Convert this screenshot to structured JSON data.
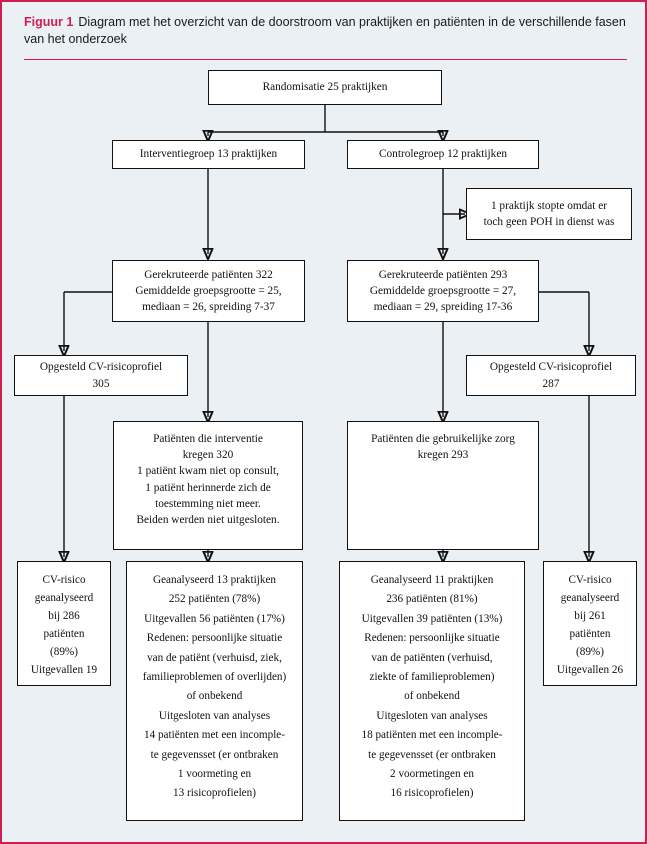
{
  "figure": {
    "label": "Figuur 1",
    "caption": "Diagram met het overzicht van de doorstroom van praktijken en patiënten in de verschillende fasen van het onderzoek",
    "accent_color": "#cf1f52",
    "background_color": "#eaf0f3",
    "node_fill": "#ffffff",
    "node_border": "#111111"
  },
  "diagram": {
    "type": "flowchart",
    "orientation": "top-down",
    "nodes": {
      "randomisation": "Randomisatie 25 praktijken",
      "intervention_group": "Interventiegroep 13 praktijken",
      "control_group": "Controlegroep 12 praktijken",
      "dropout_practice": "1 praktijk stopte omdat er\ntoch geen POH in dienst was",
      "recruited_left": "Gerekruteerde patiënten 322\nGemiddelde groepsgrootte = 25,\nmediaan = 26, spreiding 7-37",
      "recruited_right": "Gerekruteerde patiënten 293\nGemiddelde groepsgrootte = 27,\nmediaan = 29, spreiding 17-36",
      "profile_left": "Opgesteld CV-risicoprofiel\n305",
      "profile_right": "Opgesteld CV-risicoprofiel\n287",
      "intervention_received": "Patiënten die interventie\nkregen 320\n1 patiënt kwam niet op consult,\n1 patiënt herinnerde zich de\ntoestemming niet meer.\nBeiden werden niet uitgesloten.",
      "usual_care_received": "Patiënten die gebruikelijke zorg\nkregen 293",
      "cv_risk_left": "CV-risico\ngeanalyseerd\nbij 286\npatiënten\n(89%)\nUitgevallen 19",
      "analysed_left": "Geanalyseerd 13 praktijken\n252 patiënten (78%)\nUitgevallen 56 patiënten (17%)\nRedenen: persoonlijke situatie\nvan de patiënt (verhuisd, ziek,\nfamilieproblemen of overlijden)\nof onbekend\nUitgesloten van analyses\n14 patiënten met een incomple-\nte gegevensset (er ontbraken\n1 voormeting en\n13 risicoprofielen)",
      "analysed_right": "Geanalyseerd 11 praktijken\n236 patiënten (81%)\nUitgevallen 39 patiënten (13%)\nRedenen: persoonlijke situatie\nvan de patiënten (verhuisd,\nziekte of familieproblemen)\nof onbekend\nUitgesloten van analyses\n18 patiënten met een incomple-\nte gegevensset (er ontbraken\n2 voormetingen en\n16 risicoprofielen)",
      "cv_risk_right": "CV-risico\ngeanalyseerd\nbij 261\npatiënten\n(89%)\nUitgevallen 26"
    },
    "values": {
      "practices_randomised": 25,
      "practices_intervention": 13,
      "practices_control": 12,
      "practices_stopped": 1,
      "recruited_intervention": 322,
      "recruited_control": 293,
      "mean_group_size_intervention": 25,
      "median_group_size_intervention": 26,
      "range_intervention": "7-37",
      "mean_group_size_control": 27,
      "median_group_size_control": 29,
      "range_control": "17-36",
      "cv_profile_intervention": 305,
      "cv_profile_control": 287,
      "received_intervention": 320,
      "received_usual_care": 293,
      "analysed_practices_intervention": 13,
      "analysed_patients_intervention": 252,
      "analysed_pct_intervention": "78%",
      "dropout_patients_intervention": 56,
      "dropout_pct_intervention": "17%",
      "excluded_intervention": 14,
      "missing_baseline_intervention": 1,
      "missing_profiles_intervention": 13,
      "analysed_practices_control": 11,
      "analysed_patients_control": 236,
      "analysed_pct_control": "81%",
      "dropout_patients_control": 39,
      "dropout_pct_control": "13%",
      "excluded_control": 18,
      "missing_baseline_control": 2,
      "missing_profiles_control": 16,
      "cv_analysed_intervention": 286,
      "cv_analysed_pct_intervention": "89%",
      "cv_dropout_intervention": 19,
      "cv_analysed_control": 261,
      "cv_analysed_pct_control": "89%",
      "cv_dropout_control": 26
    }
  }
}
